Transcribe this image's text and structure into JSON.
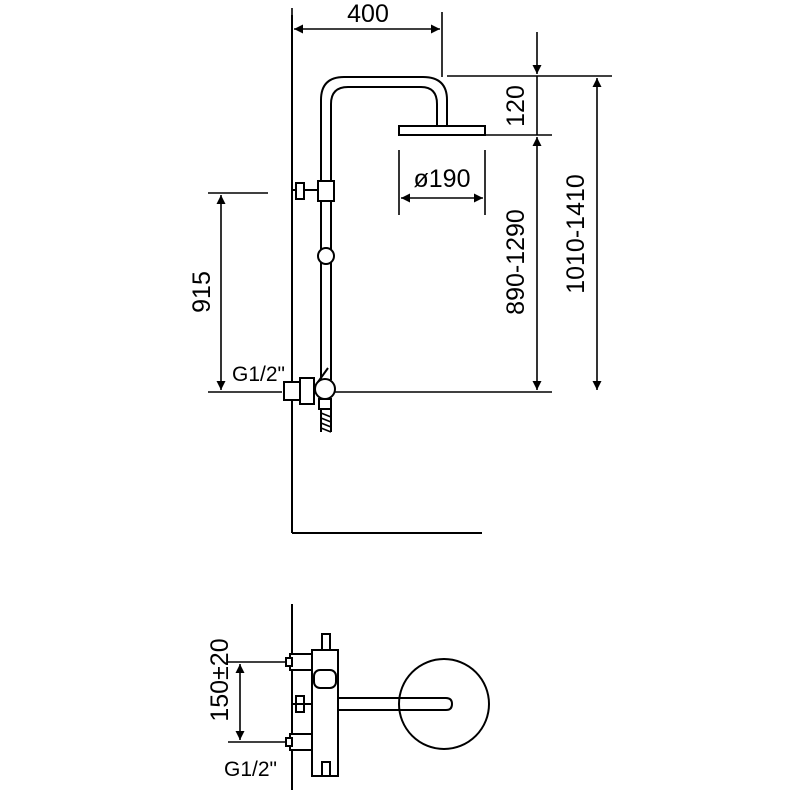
{
  "front_view": {
    "width_400": "400",
    "drop_120": "120",
    "diameter_label": "ø190",
    "height_890_1290": "890-1290",
    "height_1010_1410": "1010-1410",
    "bracket_915": "915",
    "thread_label": "G1/2\""
  },
  "top_view": {
    "spacing_label": "150±20",
    "thread_label": "G1/2\""
  }
}
